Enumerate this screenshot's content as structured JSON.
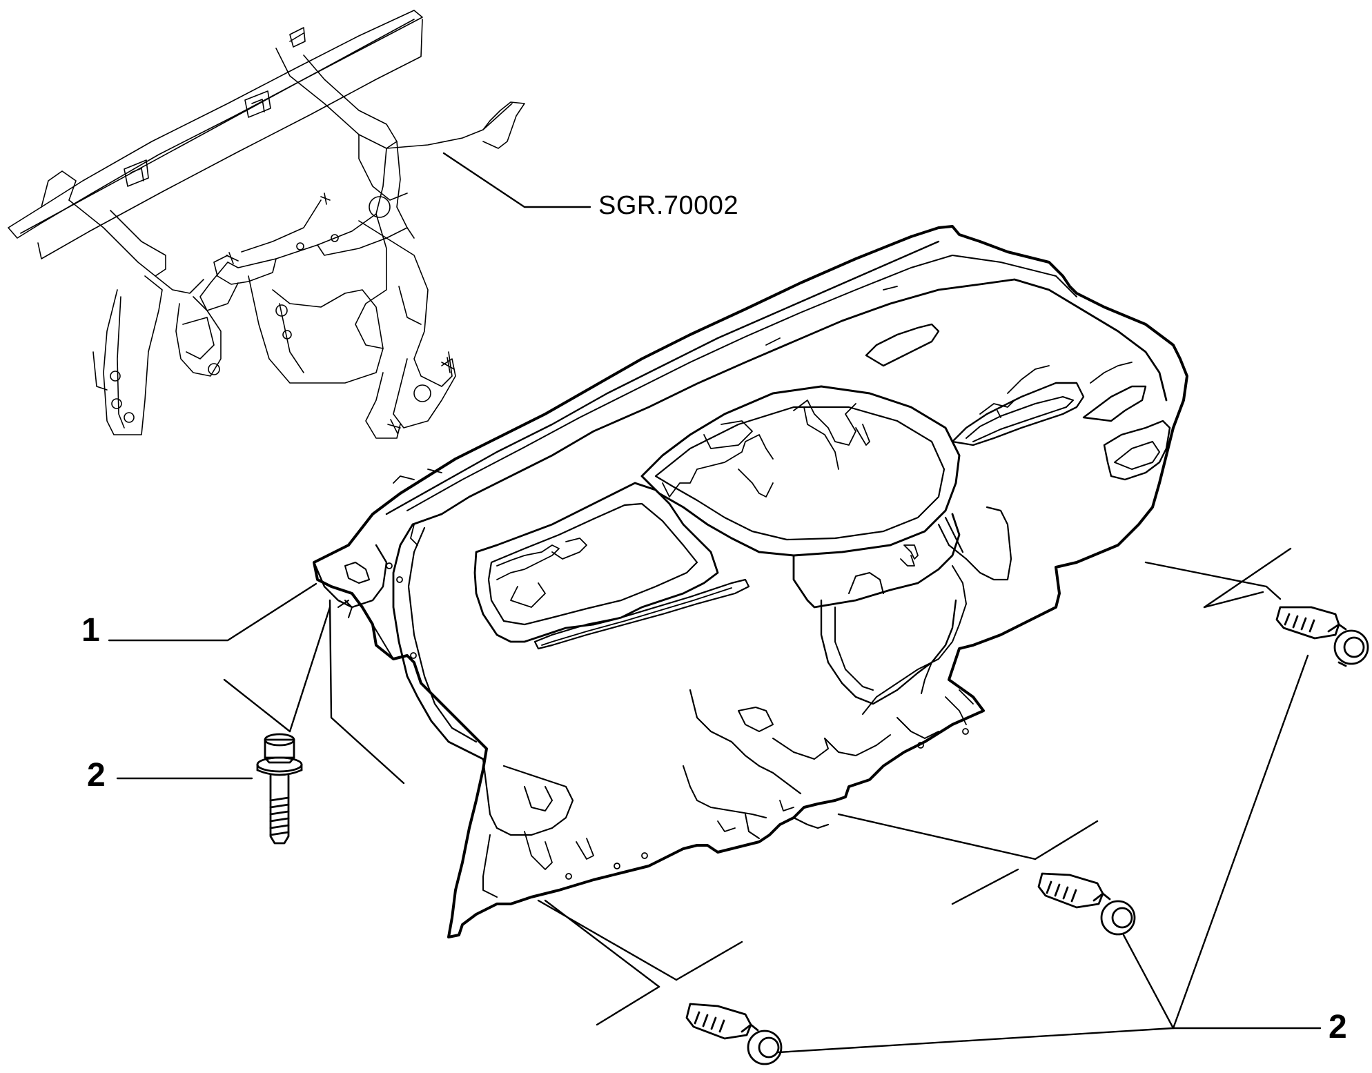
{
  "diagram": {
    "reference_label": "SGR.70002",
    "callouts": [
      {
        "number": "1",
        "part": "dashboard-crossmember-panel"
      },
      {
        "number": "2",
        "part": "flange-bolt"
      },
      {
        "number": "2",
        "part": "flange-bolt"
      }
    ],
    "colors": {
      "line": "#000000",
      "background": "#ffffff"
    }
  }
}
